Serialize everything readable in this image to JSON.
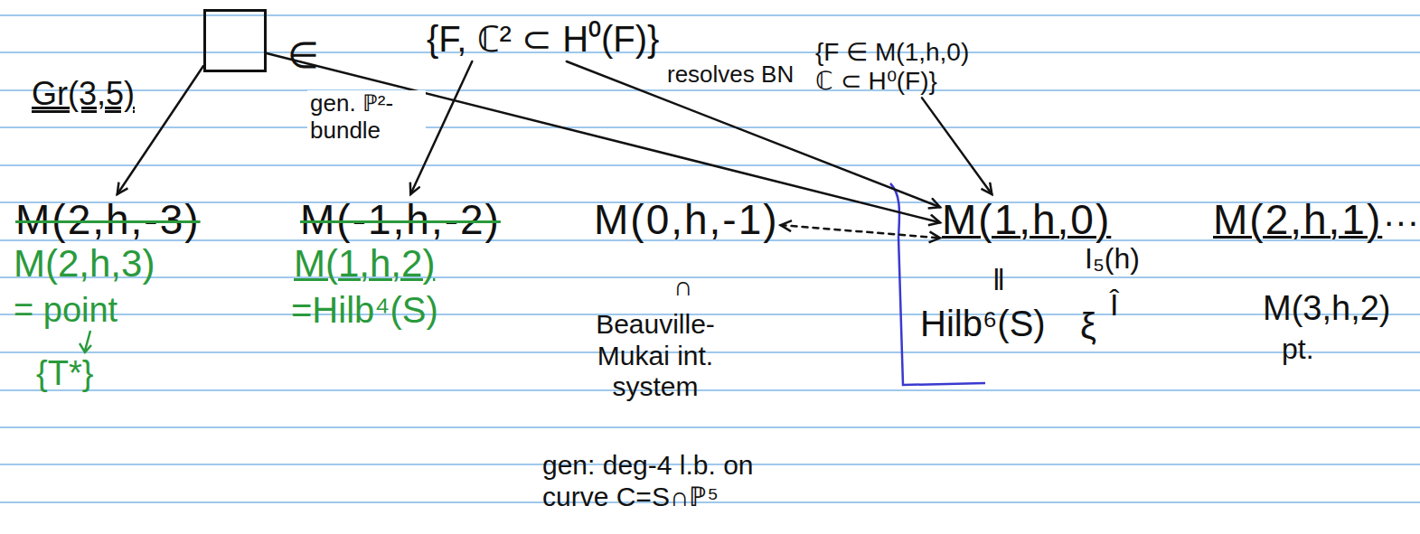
{
  "diagram": {
    "nodes": [
      {
        "text": [
          "Gr(3,5)"
        ]
      },
      {
        "text": [
          "{F, ℂ² ⊂ H⁰(F)}"
        ]
      },
      {
        "text": [
          "{F ∈ M(1,h,0) ℂ ⊂ H⁰(F)}"
        ]
      },
      {
        "text": [
          "M(2,h,-3)"
        ]
      },
      {
        "text": [
          "M(-1,h,-2)"
        ]
      },
      {
        "text": [
          "M(0,h,-1)"
        ]
      },
      {
        "text": [
          "M(1,h,0)"
        ]
      },
      {
        "text": [
          "M(2,h,1)"
        ]
      },
      {
        "text": [
          "M(3,h,2)"
        ]
      }
    ],
    "edges": [
      {
        "from": 0,
        "to": 3,
        "arrow": "to"
      },
      {
        "from": 0,
        "to": 6,
        "arrow": "to"
      },
      {
        "from": 1,
        "to": 4,
        "arrow": "to",
        "label": "gen. ℙ²-bundle"
      },
      {
        "from": 1,
        "to": 6,
        "arrow": "to",
        "label": "resolves BN"
      },
      {
        "from": 2,
        "to": 6,
        "arrow": "to"
      },
      {
        "from": 5,
        "to": 6,
        "arrow": "both"
      }
    ],
    "labels": [
      "∈",
      "M(2,h,3)",
      "= point",
      "{T*}",
      "M(1,h,2)",
      "=Hilb⁴(S)",
      "∩",
      "Beauville- Mukai int. system",
      "gen: deg-4 l.b. on curve C=S∩ℙ⁵",
      "‖",
      "Hilb⁶(S)",
      "ξ",
      "I₅(h)",
      "Î",
      "···",
      "pt."
    ]
  }
}
